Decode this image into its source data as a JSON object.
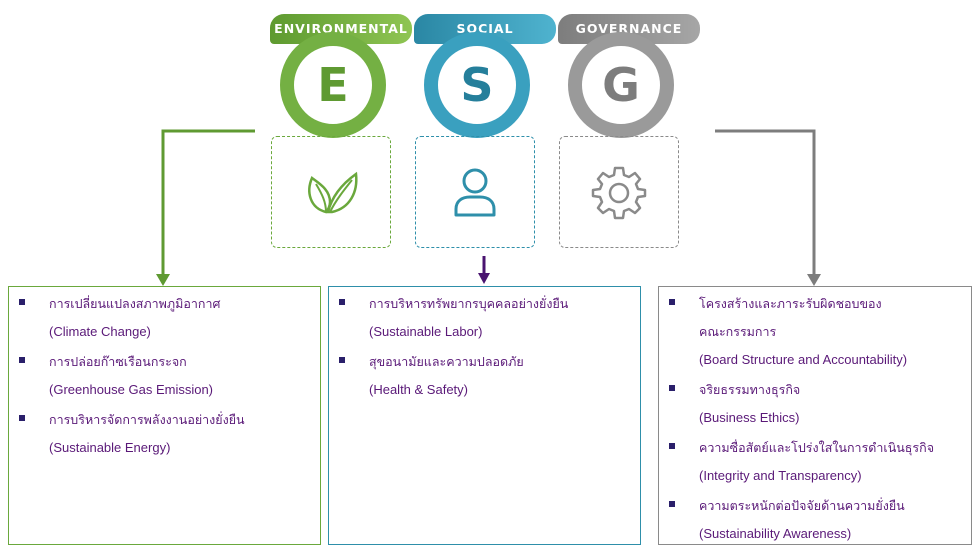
{
  "colors": {
    "environmental": "#6aa83c",
    "social": "#2e8faa",
    "governance": "#8a8a8a",
    "text": "#5a1978",
    "bullet": "#2a1f6a",
    "arrow_social": "#4a1470"
  },
  "pillars": [
    {
      "banner": "ENVIRONMENTAL",
      "letter": "E",
      "icon": "leaf-icon"
    },
    {
      "banner": "SOCIAL",
      "letter": "S",
      "icon": "person-icon"
    },
    {
      "banner": "GOVERNANCE",
      "letter": "G",
      "icon": "gear-icon"
    }
  ],
  "environmental_items": [
    {
      "th": "การเปลี่ยนแปลงสภาพภูมิอากาศ",
      "en": "(Climate Change)"
    },
    {
      "th": "การปล่อยก๊าซเรือนกระจก",
      "en": "(Greenhouse Gas Emission)"
    },
    {
      "th": "การบริหารจัดการพลังงานอย่างยั่งยืน",
      "en": "(Sustainable Energy)"
    }
  ],
  "social_items": [
    {
      "th": "การบริหารทรัพยากรบุคคลอย่างยั่งยืน",
      "en": "(Sustainable Labor)"
    },
    {
      "th": "สุขอนามัยและความปลอดภัย",
      "en": "(Health & Safety)"
    }
  ],
  "governance_items": [
    {
      "th": "โครงสร้างและภาระรับผิดชอบของ",
      "th2": "คณะกรรมการ",
      "en": "(Board Structure and Accountability)"
    },
    {
      "th": "จริยธรรมทางธุรกิจ",
      "en": "(Business Ethics)"
    },
    {
      "th": "ความซื่อสัตย์และโปร่งใสในการดำเนินธุรกิจ",
      "en": "(Integrity and Transparency)"
    },
    {
      "th": "ความตระหนักต่อปัจจัยด้านความยั่งยืน",
      "en": "(Sustainability Awareness)"
    }
  ]
}
